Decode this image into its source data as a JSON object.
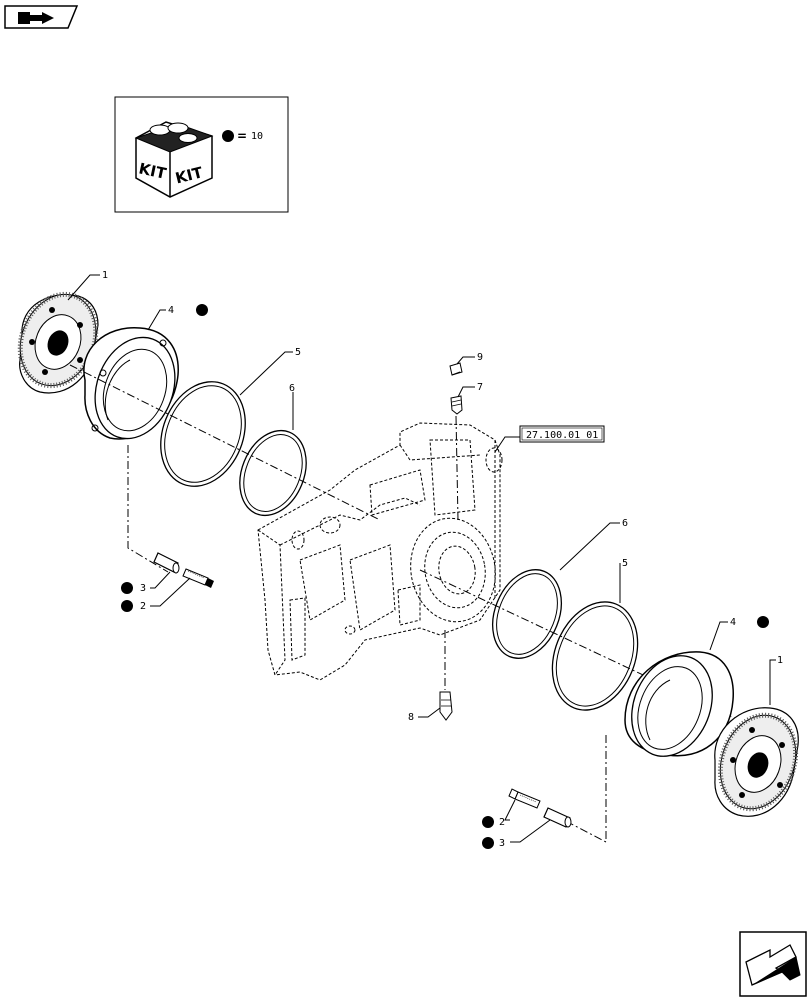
{
  "kit_legend": {
    "kit_word_left": "KIT",
    "kit_word_right": "KIT",
    "equals": "=",
    "kit_number": "10"
  },
  "reference_label": "27.100.01 01",
  "callouts": {
    "c1_left": "1",
    "c4_left": "4",
    "c5_left": "5",
    "c6_left": "6",
    "c9": "9",
    "c7": "7",
    "c3_left": "3",
    "c2_left": "2",
    "c6_right": "6",
    "c5_right": "5",
    "c4_right": "4",
    "c1_right": "1",
    "c8": "8",
    "c2_right": "2",
    "c3_right": "3"
  }
}
